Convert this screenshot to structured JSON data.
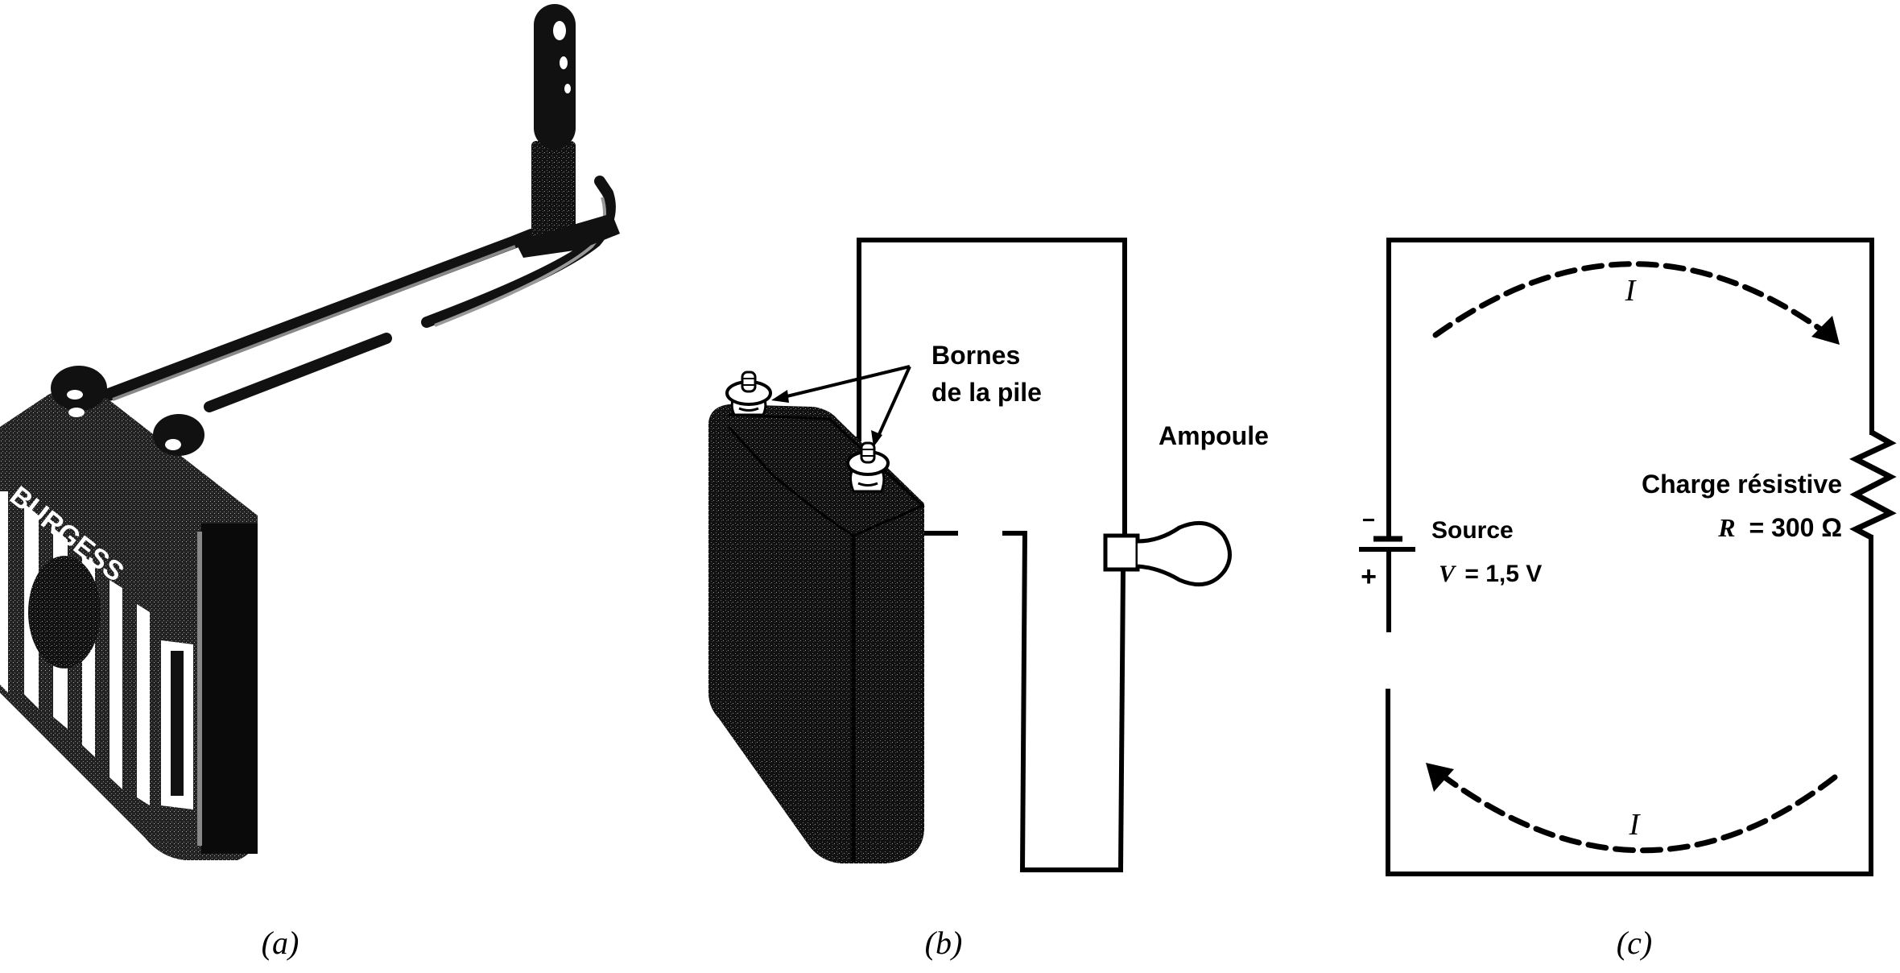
{
  "figure": {
    "panels": [
      {
        "id": "a",
        "caption": "(a)",
        "description": "Photograph of a battery connected to a light bulb by two wires",
        "battery_brand": "BURGESS"
      },
      {
        "id": "b",
        "caption": "(b)",
        "labels": {
          "terminals": [
            "Bornes",
            "de la pile"
          ],
          "bulb": "Ampoule"
        }
      },
      {
        "id": "c",
        "caption": "(c)",
        "labels": {
          "source_name": "Source",
          "source_voltage_symbol": "V",
          "source_voltage_value": "= 1,5 V",
          "load_name": "Charge résistive",
          "load_symbol": "R",
          "load_value": "= 300 Ω",
          "current_top": "I",
          "current_bottom": "I",
          "minus": "−",
          "plus": "+"
        },
        "values": {
          "voltage_V": 1.5,
          "resistance_ohm": 300
        }
      }
    ],
    "colors": {
      "ink": "#000000",
      "paper": "#ffffff",
      "battery_fill": "#1a1a1a"
    }
  }
}
